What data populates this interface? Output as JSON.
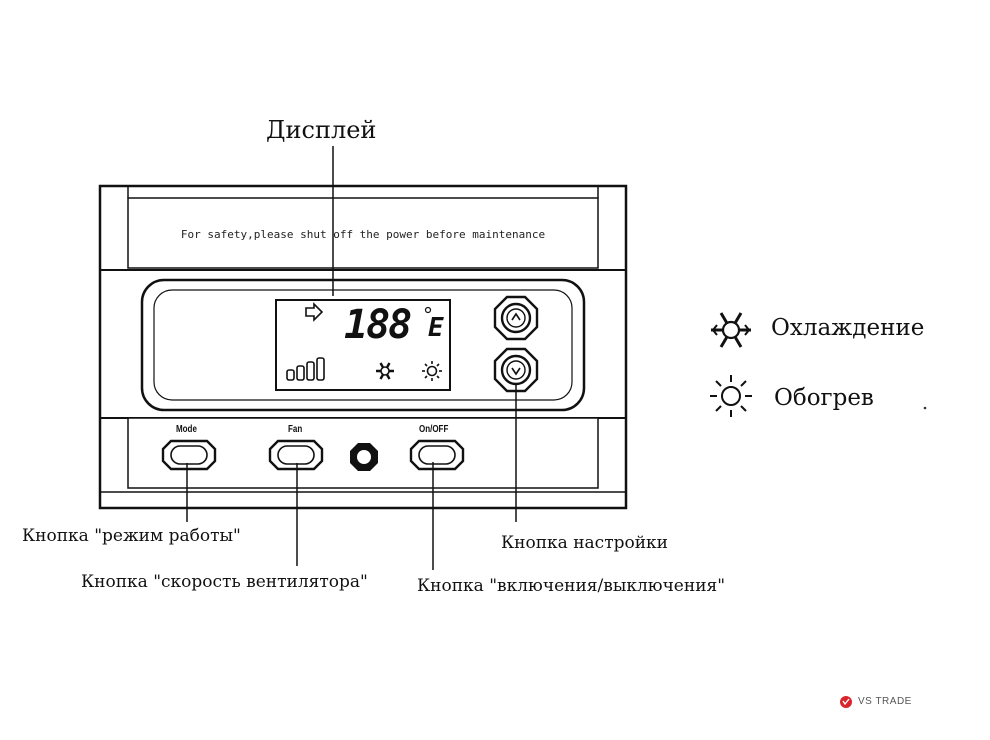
{
  "display_label": "Дисплей",
  "warning_text": "For safety,please shut off the power before maintenance",
  "display": {
    "digits": "188",
    "unit_char": "E",
    "arrow_icon": "arrow-right-icon",
    "signal_icon": "fan-speed-bars-icon",
    "cool_icon": "snowflake-icon",
    "heat_icon": "sun-icon"
  },
  "buttons": {
    "mode_caption": "Mode",
    "fan_caption": "Fan",
    "onoff_caption": "On/OFF"
  },
  "legend": {
    "cooling": "Охлаждение",
    "heating": "Обогрев"
  },
  "callouts": {
    "mode": "Кнопка \"режим работы\"",
    "fan": "Кнопка \"скорость вентилятора\"",
    "settings": "Кнопка настройки",
    "power": "Кнопка \"включения/выключения\""
  },
  "brand": {
    "text": "VS TRADE",
    "color": "#d9262c"
  }
}
